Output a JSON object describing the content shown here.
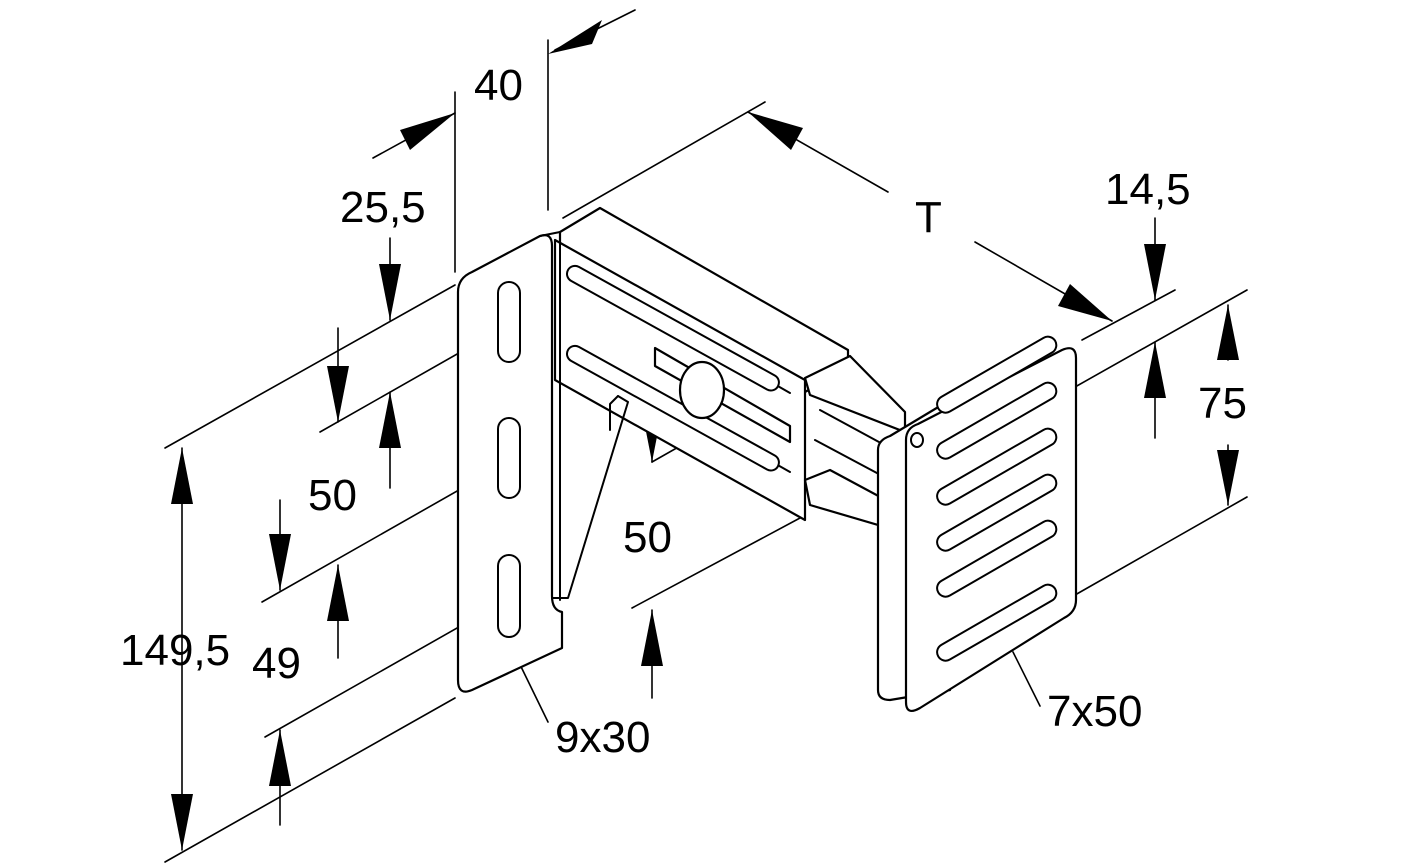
{
  "dimensions": {
    "width_top": "40",
    "offset_top": "25,5",
    "depth": "T",
    "right_top_offset": "14,5",
    "right_spacing": "75",
    "left_slot_spacing": "50",
    "center_spacing": "50",
    "bottom_offset": "49",
    "total_height": "149,5"
  },
  "callouts": {
    "left_slot_size": "9x30",
    "right_slot_size": "7x50"
  }
}
